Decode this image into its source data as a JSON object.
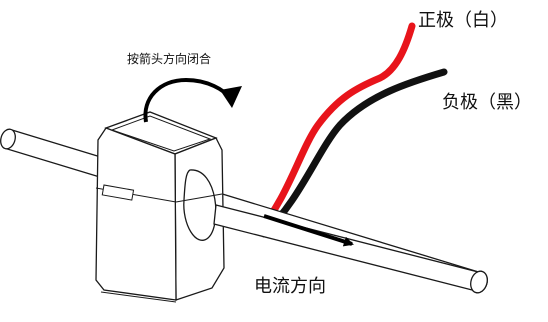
{
  "labels": {
    "close_instruction": "按箭头方向闭合",
    "positive_lead": "正极（白）",
    "negative_lead": "负极（黑）",
    "current_direction": "电流方向"
  },
  "colors": {
    "positive_wire": "#e8141b",
    "negative_wire": "#111111",
    "outline": "#1a1a1a",
    "fill": "#ffffff",
    "arrow": "#000000"
  }
}
